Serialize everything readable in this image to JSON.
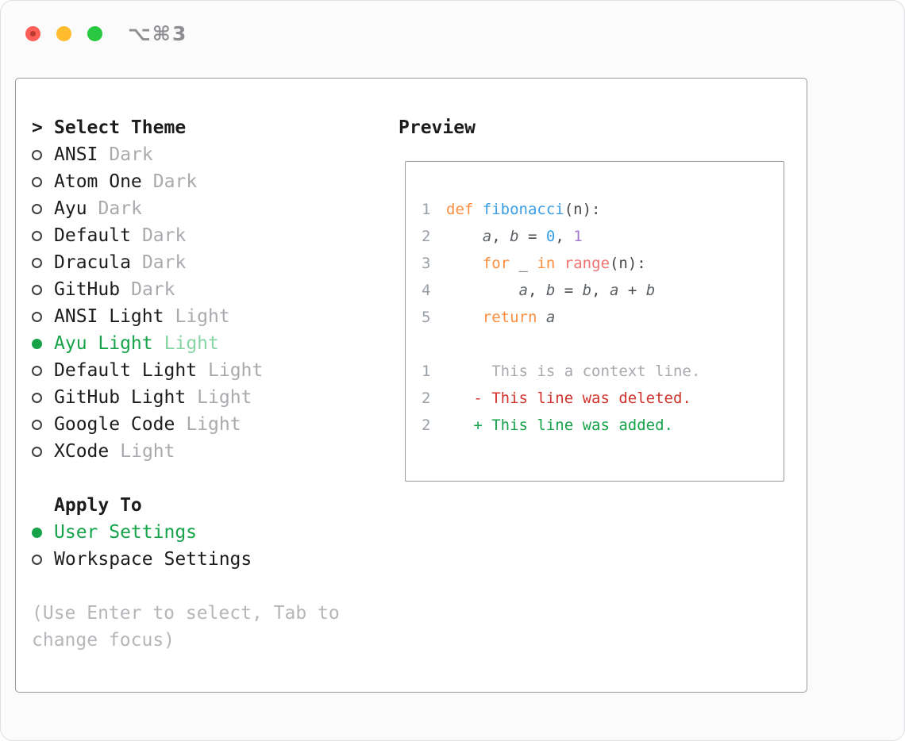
{
  "window": {
    "shortcut": "⌥⌘3"
  },
  "theme_selector": {
    "prompt": ">",
    "title": "Select Theme",
    "items": [
      {
        "name": "ANSI",
        "variant": "Dark",
        "selected": false
      },
      {
        "name": "Atom One",
        "variant": "Dark",
        "selected": false
      },
      {
        "name": "Ayu",
        "variant": "Dark",
        "selected": false
      },
      {
        "name": "Default",
        "variant": "Dark",
        "selected": false
      },
      {
        "name": "Dracula",
        "variant": "Dark",
        "selected": false
      },
      {
        "name": "GitHub",
        "variant": "Dark",
        "selected": false
      },
      {
        "name": "ANSI Light",
        "variant": "Light",
        "selected": false
      },
      {
        "name": "Ayu Light",
        "variant": "Light",
        "selected": true
      },
      {
        "name": "Default Light",
        "variant": "Light",
        "selected": false
      },
      {
        "name": "GitHub Light",
        "variant": "Light",
        "selected": false
      },
      {
        "name": "Google Code",
        "variant": "Light",
        "selected": false
      },
      {
        "name": "XCode",
        "variant": "Light",
        "selected": false
      }
    ]
  },
  "apply_to": {
    "title": "Apply To",
    "options": [
      {
        "label": "User Settings",
        "selected": true
      },
      {
        "label": "Workspace Settings",
        "selected": false
      }
    ]
  },
  "hint": "(Use Enter to select, Tab to\nchange focus)",
  "preview": {
    "title": "Preview",
    "code": [
      {
        "num": "1",
        "tokens": [
          [
            "def",
            "kw"
          ],
          [
            " ",
            ""
          ],
          [
            "fibonacci",
            "fn"
          ],
          [
            "(n):",
            ""
          ]
        ]
      },
      {
        "num": "2",
        "tokens": [
          [
            "    ",
            ""
          ],
          [
            "a",
            "var"
          ],
          [
            ", ",
            ""
          ],
          [
            "b",
            "var"
          ],
          [
            " = ",
            ""
          ],
          [
            "0",
            "numb"
          ],
          [
            ", ",
            ""
          ],
          [
            "1",
            "nump"
          ]
        ]
      },
      {
        "num": "3",
        "tokens": [
          [
            "    ",
            ""
          ],
          [
            "for",
            "kw"
          ],
          [
            " _ ",
            ""
          ],
          [
            "in",
            "kw"
          ],
          [
            " ",
            ""
          ],
          [
            "range",
            "sp"
          ],
          [
            "(n):",
            ""
          ]
        ]
      },
      {
        "num": "4",
        "tokens": [
          [
            "        ",
            ""
          ],
          [
            "a",
            "var"
          ],
          [
            ", ",
            ""
          ],
          [
            "b",
            "var"
          ],
          [
            " = ",
            ""
          ],
          [
            "b",
            "var"
          ],
          [
            ", ",
            ""
          ],
          [
            "a",
            "var"
          ],
          [
            " + ",
            ""
          ],
          [
            "b",
            "var"
          ]
        ]
      },
      {
        "num": "5",
        "tokens": [
          [
            "    ",
            ""
          ],
          [
            "return",
            "kw"
          ],
          [
            " ",
            ""
          ],
          [
            "a",
            "var"
          ]
        ]
      }
    ],
    "diff": [
      {
        "num": "1",
        "content": "     This is a context line.",
        "type": "context"
      },
      {
        "num": "2",
        "content": "   - This line was deleted.",
        "type": "deleted"
      },
      {
        "num": "2",
        "content": "   + This line was added.",
        "type": "added"
      }
    ]
  },
  "colors": {
    "accent": "#16a34a",
    "accent-soft": "#87d4a5",
    "text": "#1c1c1e",
    "muted": "#a9a9ae",
    "hint": "#b6b6ba",
    "border": "#98989d",
    "keyword": "#fa8d3e",
    "function": "#399ee6",
    "number-blue": "#399ee6",
    "number-purple": "#a37acc",
    "special": "#f07171",
    "variable": "#5c6166",
    "code-text": "#45484d",
    "line-number": "#9aa0a8",
    "diff-context": "#a9a9ae",
    "diff-deleted": "#d0342c",
    "diff-added": "#16a34a",
    "light-red": "#ff5f57",
    "light-yellow": "#febc2e",
    "light-green": "#28c840"
  }
}
